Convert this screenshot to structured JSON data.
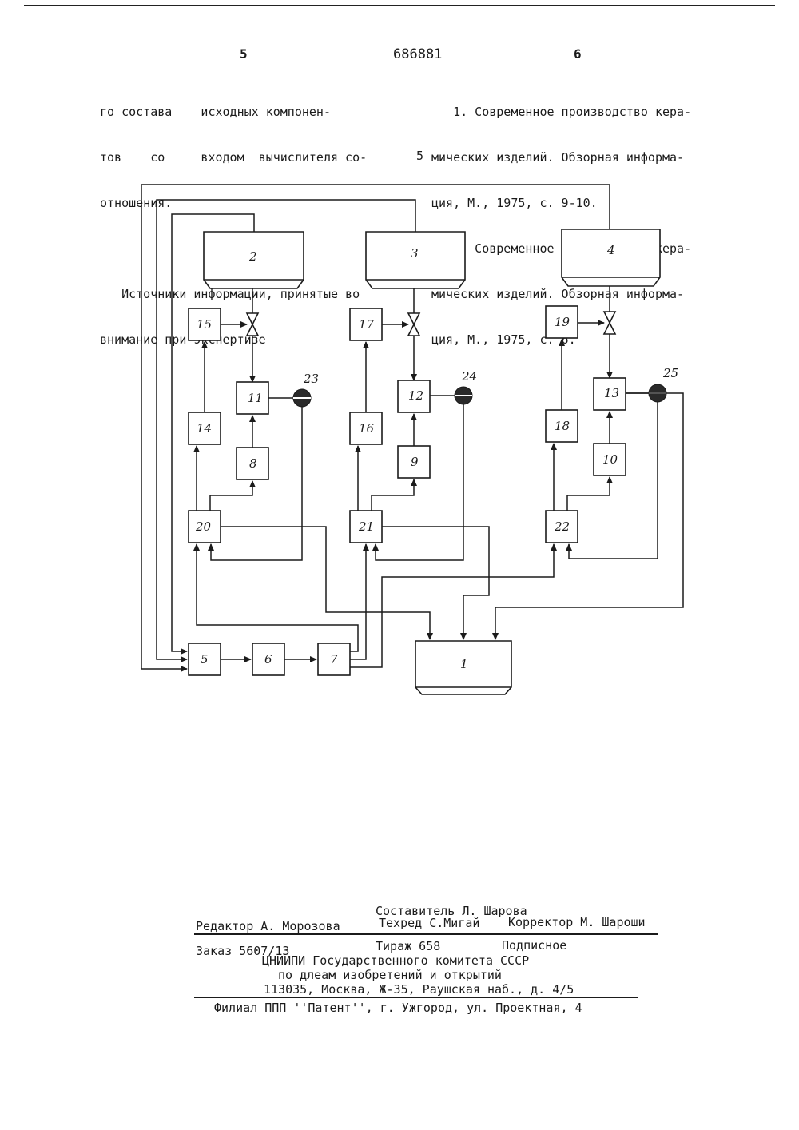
{
  "header": {
    "page_left": "5",
    "patent_number": "686881",
    "page_right": "6"
  },
  "left_column": {
    "lines": [
      "го состава    исходных компонен-",
      "тов    со     входом  вычислителя со-",
      "отношения.",
      "",
      "   Источники информации, принятые во",
      "внимание при экспертизе"
    ],
    "line_marker": "5"
  },
  "right_column": {
    "lines": [
      "   1. Современное производство кера-",
      "мических изделий. Обзорная информа-",
      "ция, М., 1975, с. 9-10.",
      "   2. Современное производство кера-",
      "мических изделий. Обзорная информа-",
      "ция, М., 1975, с. 6."
    ]
  },
  "diagram": {
    "blocks": {
      "b1": "1",
      "b2": "2",
      "b3": "3",
      "b4": "4",
      "b5": "5",
      "b6": "6",
      "b7": "7",
      "b8": "8",
      "b9": "9",
      "b10": "10",
      "b11": "11",
      "b12": "12",
      "b13": "13",
      "b14": "14",
      "b15": "15",
      "b16": "16",
      "b17": "17",
      "b18": "18",
      "b19": "19",
      "b20": "20",
      "b21": "21",
      "b22": "22"
    },
    "sensors": {
      "s23": "23",
      "s24": "24",
      "s25": "25"
    }
  },
  "imprint": {
    "compiler": "Составитель Л. Шарова",
    "editor": "Редактор А. Морозова",
    "techred": "Техред С.Мигай",
    "corrector": "Корректор М. Шароши",
    "order": "Заказ 5607/13",
    "circulation": "Тираж 658",
    "subscription": "Подписное",
    "org": "ЦНИИПИ Государственного комитета СССР",
    "org_dept": "по длеам изобретений и открытий",
    "address": "113035, Москва, Ж-35, Раушская наб., д. 4/5",
    "branch": "Филиал ППП ''Патент'', г. Ужгород, ул. Проектная, 4"
  }
}
